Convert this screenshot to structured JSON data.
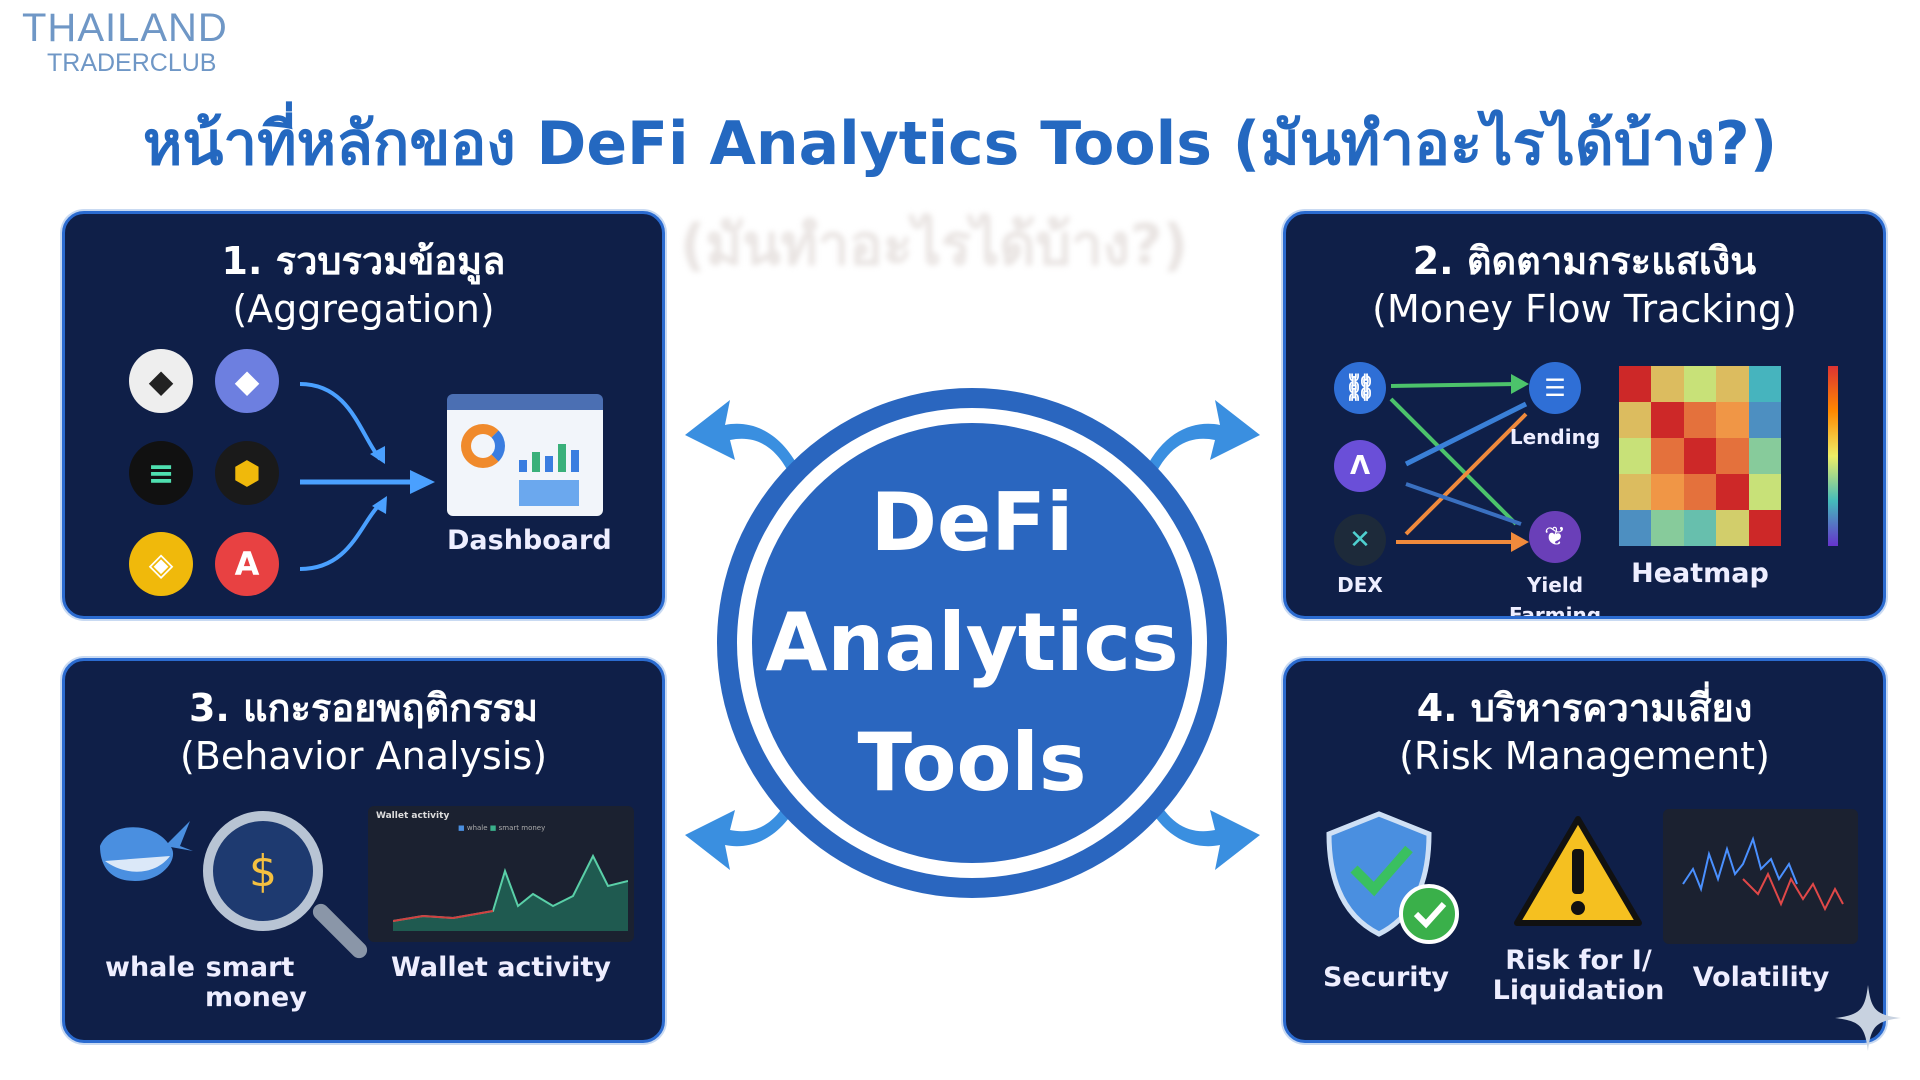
{
  "logo": {
    "line1": "THAILAND",
    "line2": "TRADERCLUB"
  },
  "title": "หน้าที่หลักของ DeFi Analytics Tools (มันทำอะไรได้บ้าง?)",
  "ghost_text": "(มันทำอะไรได้บ้าง?)",
  "center": {
    "line1": "DeFi",
    "line2": "Analytics",
    "line3": "Tools"
  },
  "panels": {
    "aggregation": {
      "heading": "1. รวบรวมข้อมูล",
      "sub": "(Aggregation)",
      "dashboard_label": "Dashboard"
    },
    "money_flow": {
      "heading": "2. ติดตามกระแสเงิน",
      "sub": "(Money Flow Tracking)",
      "lending": "Lending",
      "dex": "DEX",
      "yield": "Yield Farming",
      "heatmap": "Heatmap"
    },
    "behavior": {
      "heading": "3. แกะรอยพฤติกรรม",
      "sub": "(Behavior Analysis)",
      "whale": "whale",
      "smart_money": "smart money",
      "wallet_activity": "Wallet activity",
      "chart_title": "Wallet activity",
      "legend_whale": "whale",
      "legend_smart": "smart money"
    },
    "risk": {
      "heading": "4. บริหารความเสี่ยง",
      "sub": "(Risk Management)",
      "security": "Security",
      "risk_label": "Risk for I/ Liquidation",
      "volatility": "Volatility"
    }
  },
  "colors": {
    "accent": "#2468c0",
    "panel": "#0f1f48"
  },
  "heatmap_values": [
    [
      1,
      0.6,
      0.5,
      0.6,
      0.3
    ],
    [
      0.6,
      1,
      0.8,
      0.7,
      0.2
    ],
    [
      0.5,
      0.8,
      1,
      0.8,
      0.4
    ],
    [
      0.6,
      0.7,
      0.8,
      1,
      0.5
    ],
    [
      0.2,
      0.4,
      0.35,
      0.55,
      1
    ]
  ]
}
